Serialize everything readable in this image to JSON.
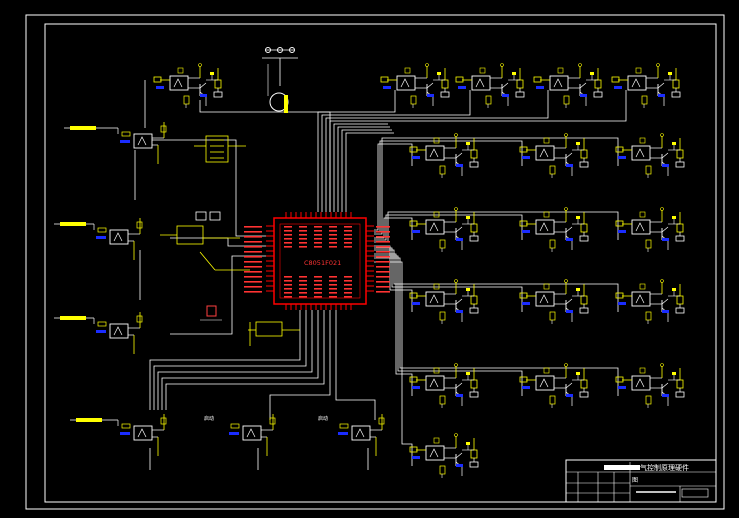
{
  "drawing": {
    "mcu_label": "C8051F021",
    "title_block": {
      "title": "气控制原理硬件",
      "sheet": "图"
    },
    "channel_labels": [
      "启动",
      "启动"
    ]
  },
  "colors": {
    "background": "#000000",
    "frame": "#ffffff",
    "wire": "#ffffff",
    "component": "#ffff00",
    "mcu": "#ff0000",
    "mcu_text": "#ff3333",
    "accent_blue": "#1a2cff",
    "input_bar": "#ffff00"
  },
  "icons": [
    "optocoupler-icon",
    "transistor-icon",
    "relay-coil-icon",
    "transformer-icon",
    "resistor-icon",
    "diode-icon"
  ]
}
